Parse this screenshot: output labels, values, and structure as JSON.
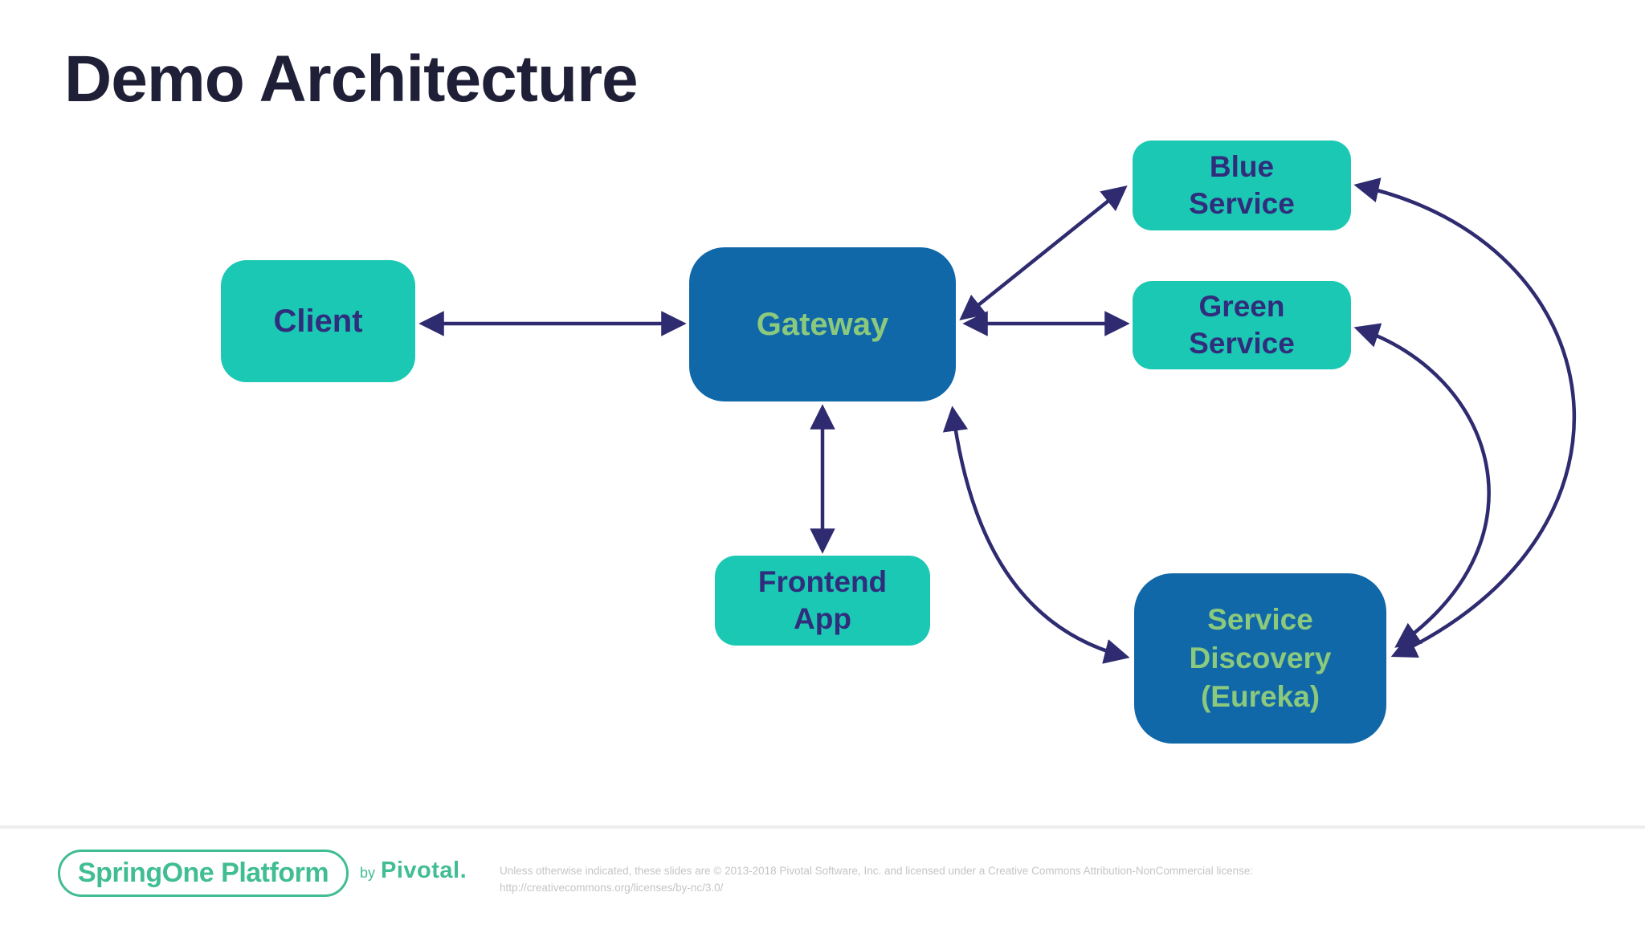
{
  "slide": {
    "title": "Demo Architecture"
  },
  "colors": {
    "teal_box": "#1bc8b3",
    "blue_box": "#1168a8",
    "navy_text": "#302d7c",
    "green_text": "#8bc97d",
    "arrow": "#2f2b70",
    "title_text": "#1f2038",
    "footer_green": "#41bd92",
    "license_gray": "#c5c5c5"
  },
  "diagram": {
    "nodes": [
      {
        "id": "client",
        "label": "Client",
        "lines": [
          "Client"
        ],
        "variant": "teal"
      },
      {
        "id": "gateway",
        "label": "Gateway",
        "lines": [
          "Gateway"
        ],
        "variant": "blue"
      },
      {
        "id": "blue-service",
        "label": "Blue Service",
        "lines": [
          "Blue",
          "Service"
        ],
        "variant": "teal"
      },
      {
        "id": "green-service",
        "label": "Green Service",
        "lines": [
          "Green",
          "Service"
        ],
        "variant": "teal"
      },
      {
        "id": "frontend-app",
        "label": "Frontend App",
        "lines": [
          "Frontend",
          "App"
        ],
        "variant": "teal"
      },
      {
        "id": "service-discovery",
        "label": "Service Discovery (Eureka)",
        "lines": [
          "Service",
          "Discovery",
          "(Eureka)"
        ],
        "variant": "blue"
      }
    ],
    "edges": [
      {
        "from": "client",
        "to": "gateway",
        "style": "straight",
        "bidirectional": true
      },
      {
        "from": "gateway",
        "to": "frontend-app",
        "style": "straight",
        "bidirectional": true
      },
      {
        "from": "gateway",
        "to": "blue-service",
        "style": "straight",
        "bidirectional": true
      },
      {
        "from": "gateway",
        "to": "green-service",
        "style": "straight",
        "bidirectional": true
      },
      {
        "from": "gateway",
        "to": "service-discovery",
        "style": "curved",
        "bidirectional": true
      },
      {
        "from": "blue-service",
        "to": "service-discovery",
        "style": "curved",
        "bidirectional": true
      },
      {
        "from": "green-service",
        "to": "service-discovery",
        "style": "curved",
        "bidirectional": true
      }
    ]
  },
  "footer": {
    "logo_text": "SpringOne Platform",
    "byline_prefix": "by",
    "byline_brand": "Pivotal.",
    "license_line1": "Unless otherwise indicated, these slides are © 2013-2018 Pivotal Software, Inc. and licensed under a Creative Commons Attribution-NonCommercial license:",
    "license_line2": "http://creativecommons.org/licenses/by-nc/3.0/"
  }
}
